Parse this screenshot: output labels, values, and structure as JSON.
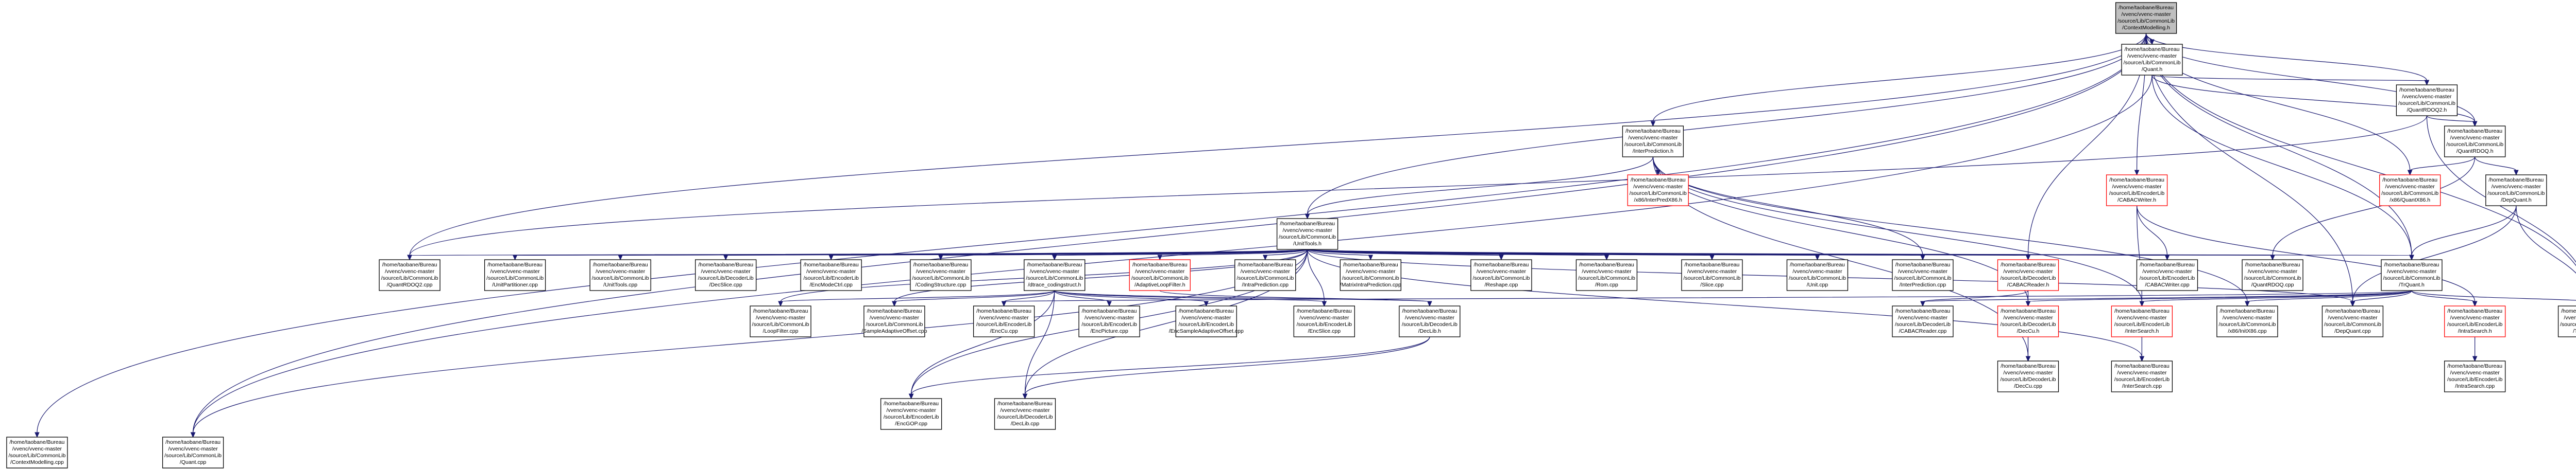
{
  "colors": {
    "edge": "#191970",
    "root_fill": "#bfbfbf",
    "node_fill": "#ffffff",
    "red_border": "#ff0000",
    "node_border": "#000000"
  },
  "graph": {
    "nodes": [
      {
        "id": "root",
        "lines": [
          "/home/taobane/Bureau",
          "/vvenc/vvenc-master",
          "/source/Lib/CommonLib",
          "/ContextModelling.h"
        ],
        "style": "root"
      },
      {
        "id": "ctxmodel_cpp",
        "lines": [
          "/home/taobane/Bureau",
          "/vvenc/vvenc-master",
          "/source/Lib/CommonLib",
          "/ContextModelling.cpp"
        ],
        "style": "normal"
      },
      {
        "id": "quant_cpp",
        "lines": [
          "/home/taobane/Bureau",
          "/vvenc/vvenc-master",
          "/source/Lib/CommonLib",
          "/Quant.cpp"
        ],
        "style": "normal"
      },
      {
        "id": "quant_h",
        "lines": [
          "/home/taobane/Bureau",
          "/vvenc/vvenc-master",
          "/source/Lib/CommonLib",
          "/Quant.h"
        ],
        "style": "normal"
      },
      {
        "id": "quantrdoq2_h",
        "lines": [
          "/home/taobane/Bureau",
          "/vvenc/vvenc-master",
          "/source/Lib/CommonLib",
          "/QuantRDOQ2.h"
        ],
        "style": "normal"
      },
      {
        "id": "interpred_h",
        "lines": [
          "/home/taobane/Bureau",
          "/vvenc/vvenc-master",
          "/source/Lib/CommonLib",
          "/InterPrediction.h"
        ],
        "style": "normal"
      },
      {
        "id": "quantrdoq_h",
        "lines": [
          "/home/taobane/Bureau",
          "/vvenc/vvenc-master",
          "/source/Lib/CommonLib",
          "/QuantRDOQ.h"
        ],
        "style": "normal"
      },
      {
        "id": "interpredx86_h",
        "lines": [
          "/home/taobane/Bureau",
          "/vvenc/vvenc-master",
          "/source/Lib/CommonLib",
          "/x86/InterPredX86.h"
        ],
        "style": "red"
      },
      {
        "id": "cabacwriter_h",
        "lines": [
          "/home/taobane/Bureau",
          "/vvenc/vvenc-master",
          "/source/Lib/EncoderLib",
          "/CABACWriter.h"
        ],
        "style": "red"
      },
      {
        "id": "quantx86_h",
        "lines": [
          "/home/taobane/Bureau",
          "/vvenc/vvenc-master",
          "/source/Lib/CommonLib",
          "/x86/QuantX86.h"
        ],
        "style": "red"
      },
      {
        "id": "depquant_h",
        "lines": [
          "/home/taobane/Bureau",
          "/vvenc/vvenc-master",
          "/source/Lib/CommonLib",
          "/DepQuant.h"
        ],
        "style": "normal"
      },
      {
        "id": "unittools_h",
        "lines": [
          "/home/taobane/Bureau",
          "/vvenc/vvenc-master",
          "/source/Lib/CommonLib",
          "/UnitTools.h"
        ],
        "style": "normal"
      },
      {
        "id": "quantrdoq2_cpp",
        "lines": [
          "/home/taobane/Bureau",
          "/vvenc/vvenc-master",
          "/source/Lib/CommonLib",
          "/QuantRDOQ2.cpp"
        ],
        "style": "normal"
      },
      {
        "id": "unitpartitioner_cpp",
        "lines": [
          "/home/taobane/Bureau",
          "/vvenc/vvenc-master",
          "/source/Lib/CommonLib",
          "/UnitPartitioner.cpp"
        ],
        "style": "normal"
      },
      {
        "id": "unittools_cpp",
        "lines": [
          "/home/taobane/Bureau",
          "/vvenc/vvenc-master",
          "/source/Lib/CommonLib",
          "/UnitTools.cpp"
        ],
        "style": "normal"
      },
      {
        "id": "decslice_cpp",
        "lines": [
          "/home/taobane/Bureau",
          "/vvenc/vvenc-master",
          "/source/Lib/DecoderLib",
          "/DecSlice.cpp"
        ],
        "style": "normal"
      },
      {
        "id": "encmodectrl_cpp",
        "lines": [
          "/home/taobane/Bureau",
          "/vvenc/vvenc-master",
          "/source/Lib/EncoderLib",
          "/EncModeCtrl.cpp"
        ],
        "style": "normal"
      },
      {
        "id": "codingstructure_cpp",
        "lines": [
          "/home/taobane/Bureau",
          "/vvenc/vvenc-master",
          "/source/Lib/CommonLib",
          "/CodingStructure.cpp"
        ],
        "style": "normal"
      },
      {
        "id": "dtrace_codingstruct_h",
        "lines": [
          "/home/taobane/Bureau",
          "/vvenc/vvenc-master",
          "/source/Lib/CommonLib",
          "/dtrace_codingstruct.h"
        ],
        "style": "normal"
      },
      {
        "id": "adaptivelf_h",
        "lines": [
          "/home/taobane/Bureau",
          "/vvenc/vvenc-master",
          "/source/Lib/CommonLib",
          "/AdaptiveLoopFilter.h"
        ],
        "style": "red"
      },
      {
        "id": "intrapred_cpp",
        "lines": [
          "/home/taobane/Bureau",
          "/vvenc/vvenc-master",
          "/source/Lib/CommonLib",
          "/IntraPrediction.cpp"
        ],
        "style": "normal"
      },
      {
        "id": "mip_cpp",
        "lines": [
          "/home/taobane/Bureau",
          "/vvenc/vvenc-master",
          "/source/Lib/CommonLib",
          "/MatrixIntraPrediction.cpp"
        ],
        "style": "normal"
      },
      {
        "id": "reshape_cpp",
        "lines": [
          "/home/taobane/Bureau",
          "/vvenc/vvenc-master",
          "/source/Lib/CommonLib",
          "/Reshape.cpp"
        ],
        "style": "normal"
      },
      {
        "id": "rom_cpp",
        "lines": [
          "/home/taobane/Bureau",
          "/vvenc/vvenc-master",
          "/source/Lib/CommonLib",
          "/Rom.cpp"
        ],
        "style": "normal"
      },
      {
        "id": "slice_cpp",
        "lines": [
          "/home/taobane/Bureau",
          "/vvenc/vvenc-master",
          "/source/Lib/CommonLib",
          "/Slice.cpp"
        ],
        "style": "normal"
      },
      {
        "id": "unit_cpp",
        "lines": [
          "/home/taobane/Bureau",
          "/vvenc/vvenc-master",
          "/source/Lib/CommonLib",
          "/Unit.cpp"
        ],
        "style": "normal"
      },
      {
        "id": "interpred_cpp",
        "lines": [
          "/home/taobane/Bureau",
          "/vvenc/vvenc-master",
          "/source/Lib/CommonLib",
          "/InterPrediction.cpp"
        ],
        "style": "normal"
      },
      {
        "id": "cabacreader_h",
        "lines": [
          "/home/taobane/Bureau",
          "/vvenc/vvenc-master",
          "/source/Lib/DecoderLib",
          "/CABACReader.h"
        ],
        "style": "red"
      },
      {
        "id": "cabacwriter_cpp",
        "lines": [
          "/home/taobane/Bureau",
          "/vvenc/vvenc-master",
          "/source/Lib/EncoderLib",
          "/CABACWriter.cpp"
        ],
        "style": "normal"
      },
      {
        "id": "quantrdoq_cpp",
        "lines": [
          "/home/taobane/Bureau",
          "/vvenc/vvenc-master",
          "/source/Lib/CommonLib",
          "/QuantRDOQ.cpp"
        ],
        "style": "normal"
      },
      {
        "id": "trquant_h",
        "lines": [
          "/home/taobane/Bureau",
          "/vvenc/vvenc-master",
          "/source/Lib/CommonLib",
          "/TrQuant.h"
        ],
        "style": "normal"
      },
      {
        "id": "loopfilter_cpp",
        "lines": [
          "/home/taobane/Bureau",
          "/vvenc/vvenc-master",
          "/source/Lib/CommonLib",
          "/LoopFilter.cpp"
        ],
        "style": "normal"
      },
      {
        "id": "sao_cpp",
        "lines": [
          "/home/taobane/Bureau",
          "/vvenc/vvenc-master",
          "/source/Lib/CommonLib",
          "/SampleAdaptiveOffset.cpp"
        ],
        "style": "normal"
      },
      {
        "id": "encgop_cpp",
        "lines": [
          "/home/taobane/Bureau",
          "/vvenc/vvenc-master",
          "/source/Lib/EncoderLib",
          "/EncGOP.cpp"
        ],
        "style": "normal"
      },
      {
        "id": "enccu_cpp",
        "lines": [
          "/home/taobane/Bureau",
          "/vvenc/vvenc-master",
          "/source/Lib/EncoderLib",
          "/EncCu.cpp"
        ],
        "style": "normal"
      },
      {
        "id": "declib_cpp",
        "lines": [
          "/home/taobane/Bureau",
          "/vvenc/vvenc-master",
          "/source/Lib/DecoderLib",
          "/DecLib.cpp"
        ],
        "style": "normal"
      },
      {
        "id": "encpicture_cpp",
        "lines": [
          "/home/taobane/Bureau",
          "/vvenc/vvenc-master",
          "/source/Lib/EncoderLib",
          "/EncPicture.cpp"
        ],
        "style": "normal"
      },
      {
        "id": "encsao_cpp",
        "lines": [
          "/home/taobane/Bureau",
          "/vvenc/vvenc-master",
          "/source/Lib/EncoderLib",
          "/EncSampleAdaptiveOffset.cpp"
        ],
        "style": "normal"
      },
      {
        "id": "encslice_cpp",
        "lines": [
          "/home/taobane/Bureau",
          "/vvenc/vvenc-master",
          "/source/Lib/EncoderLib",
          "/EncSlice.cpp"
        ],
        "style": "normal"
      },
      {
        "id": "declib_h",
        "lines": [
          "/home/taobane/Bureau",
          "/vvenc/vvenc-master",
          "/source/Lib/DecoderLib",
          "/DecLib.h"
        ],
        "style": "normal"
      },
      {
        "id": "cabacreader_cpp",
        "lines": [
          "/home/taobane/Bureau",
          "/vvenc/vvenc-master",
          "/source/Lib/DecoderLib",
          "/CABACReader.cpp"
        ],
        "style": "normal"
      },
      {
        "id": "deccu_h",
        "lines": [
          "/home/taobane/Bureau",
          "/vvenc/vvenc-master",
          "/source/Lib/DecoderLib",
          "/DecCu.h"
        ],
        "style": "red"
      },
      {
        "id": "deccu_cpp",
        "lines": [
          "/home/taobane/Bureau",
          "/vvenc/vvenc-master",
          "/source/Lib/DecoderLib",
          "/DecCu.cpp"
        ],
        "style": "normal"
      },
      {
        "id": "intersearch_h",
        "lines": [
          "/home/taobane/Bureau",
          "/vvenc/vvenc-master",
          "/source/Lib/EncoderLib",
          "/InterSearch.h"
        ],
        "style": "red"
      },
      {
        "id": "intersearch_cpp",
        "lines": [
          "/home/taobane/Bureau",
          "/vvenc/vvenc-master",
          "/source/Lib/EncoderLib",
          "/InterSearch.cpp"
        ],
        "style": "normal"
      },
      {
        "id": "trafox86_cpp",
        "lines": [
          "/home/taobane/Bureau",
          "/vvenc/vvenc-master",
          "/source/Lib/CommonLib",
          "/x86/InitX86.cpp"
        ],
        "style": "normal"
      },
      {
        "id": "depquant_cpp",
        "lines": [
          "/home/taobane/Bureau",
          "/vvenc/vvenc-master",
          "/source/Lib/CommonLib",
          "/DepQuant.cpp"
        ],
        "style": "normal"
      },
      {
        "id": "intrasearch_h",
        "lines": [
          "/home/taobane/Bureau",
          "/vvenc/vvenc-master",
          "/source/Lib/EncoderLib",
          "/IntraSearch.h"
        ],
        "style": "red"
      },
      {
        "id": "intrasearch_cpp",
        "lines": [
          "/home/taobane/Bureau",
          "/vvenc/vvenc-master",
          "/source/Lib/EncoderLib",
          "/IntraSearch.cpp"
        ],
        "style": "normal"
      },
      {
        "id": "trquant_cpp",
        "lines": [
          "/home/taobane/Bureau",
          "/vvenc/vvenc-master",
          "/source/Lib/CommonLib",
          "/TrQuant.cpp"
        ],
        "style": "normal"
      }
    ],
    "edges": [
      [
        "root",
        "ctxmodel_cpp"
      ],
      [
        "root",
        "quant_cpp"
      ],
      [
        "root",
        "quant_h"
      ],
      [
        "root",
        "quantrdoq2_h"
      ],
      [
        "root",
        "interpred_h"
      ],
      [
        "root",
        "quantrdoq_h"
      ],
      [
        "root",
        "unittools_h"
      ],
      [
        "root",
        "cabacwriter_h"
      ],
      [
        "root",
        "cabacreader_h"
      ],
      [
        "root",
        "trquant_h"
      ],
      [
        "root",
        "depquant_cpp"
      ],
      [
        "root",
        "trquant_cpp"
      ],
      [
        "root",
        "quantrdoq2_cpp"
      ],
      [
        "root",
        "quantx86_h"
      ],
      [
        "quant_h",
        "quant_cpp"
      ],
      [
        "quant_h",
        "quantrdoq2_h"
      ],
      [
        "quant_h",
        "quantrdoq_h"
      ],
      [
        "quant_h",
        "trquant_h"
      ],
      [
        "quantrdoq2_h",
        "quantrdoq2_cpp"
      ],
      [
        "quantrdoq2_h",
        "quantrdoq_h"
      ],
      [
        "quantrdoq2_h",
        "trquant_cpp"
      ],
      [
        "quantrdoq_h",
        "quantx86_h"
      ],
      [
        "quantrdoq_h",
        "depquant_h"
      ],
      [
        "quantrdoq_h",
        "quantrdoq_cpp"
      ],
      [
        "depquant_h",
        "depquant_cpp"
      ],
      [
        "depquant_h",
        "trquant_cpp"
      ],
      [
        "depquant_h",
        "trquant_h"
      ],
      [
        "interpred_h",
        "interpredx86_h"
      ],
      [
        "interpred_h",
        "unittools_h"
      ],
      [
        "interpred_h",
        "interpred_cpp"
      ],
      [
        "interpred_h",
        "deccu_h"
      ],
      [
        "interpred_h",
        "intersearch_h"
      ],
      [
        "interpred_h",
        "trafox86_cpp"
      ],
      [
        "interpred_h",
        "deccu_cpp"
      ],
      [
        "cabacwriter_h",
        "cabacwriter_cpp"
      ],
      [
        "cabacwriter_h",
        "intersearch_h"
      ],
      [
        "cabacwriter_h",
        "intrasearch_h"
      ],
      [
        "unittools_h",
        "quantrdoq2_cpp"
      ],
      [
        "unittools_h",
        "unitpartitioner_cpp"
      ],
      [
        "unittools_h",
        "unittools_cpp"
      ],
      [
        "unittools_h",
        "decslice_cpp"
      ],
      [
        "unittools_h",
        "encmodectrl_cpp"
      ],
      [
        "unittools_h",
        "codingstructure_cpp"
      ],
      [
        "unittools_h",
        "dtrace_codingstruct_h"
      ],
      [
        "unittools_h",
        "adaptivelf_h"
      ],
      [
        "unittools_h",
        "intrapred_cpp"
      ],
      [
        "unittools_h",
        "mip_cpp"
      ],
      [
        "unittools_h",
        "reshape_cpp"
      ],
      [
        "unittools_h",
        "rom_cpp"
      ],
      [
        "unittools_h",
        "slice_cpp"
      ],
      [
        "unittools_h",
        "unit_cpp"
      ],
      [
        "unittools_h",
        "interpred_cpp"
      ],
      [
        "unittools_h",
        "cabacreader_h"
      ],
      [
        "unittools_h",
        "cabacwriter_cpp"
      ],
      [
        "unittools_h",
        "quantrdoq_cpp"
      ],
      [
        "unittools_h",
        "trquant_h"
      ],
      [
        "unittools_h",
        "loopfilter_cpp"
      ],
      [
        "unittools_h",
        "sao_cpp"
      ],
      [
        "unittools_h",
        "encslice_cpp"
      ],
      [
        "unittools_h",
        "encgop_cpp"
      ],
      [
        "unittools_h",
        "declib_cpp"
      ],
      [
        "unittools_h",
        "intersearch_cpp"
      ],
      [
        "unittools_h",
        "depquant_cpp"
      ],
      [
        "unittools_h",
        "quant_cpp"
      ],
      [
        "dtrace_codingstruct_h",
        "loopfilter_cpp"
      ],
      [
        "dtrace_codingstruct_h",
        "sao_cpp"
      ],
      [
        "dtrace_codingstruct_h",
        "encgop_cpp"
      ],
      [
        "dtrace_codingstruct_h",
        "enccu_cpp"
      ],
      [
        "dtrace_codingstruct_h",
        "declib_cpp"
      ],
      [
        "dtrace_codingstruct_h",
        "encpicture_cpp"
      ],
      [
        "dtrace_codingstruct_h",
        "encsao_cpp"
      ],
      [
        "dtrace_codingstruct_h",
        "encslice_cpp"
      ],
      [
        "dtrace_codingstruct_h",
        "declib_h"
      ],
      [
        "adaptivelf_h",
        "declib_h"
      ],
      [
        "declib_h",
        "declib_cpp"
      ],
      [
        "declib_h",
        "encgop_cpp"
      ],
      [
        "cabacreader_h",
        "cabacreader_cpp"
      ],
      [
        "cabacreader_h",
        "deccu_h"
      ],
      [
        "deccu_h",
        "deccu_cpp"
      ],
      [
        "trquant_h",
        "cabacreader_cpp"
      ],
      [
        "trquant_h",
        "deccu_h"
      ],
      [
        "trquant_h",
        "intersearch_h"
      ],
      [
        "trquant_h",
        "trafox86_cpp"
      ],
      [
        "trquant_h",
        "depquant_cpp"
      ],
      [
        "trquant_h",
        "intrasearch_h"
      ],
      [
        "trquant_h",
        "trquant_cpp"
      ],
      [
        "trquant_h",
        "enccu_cpp"
      ],
      [
        "intersearch_h",
        "intersearch_cpp"
      ],
      [
        "intrasearch_h",
        "intrasearch_cpp"
      ]
    ]
  }
}
